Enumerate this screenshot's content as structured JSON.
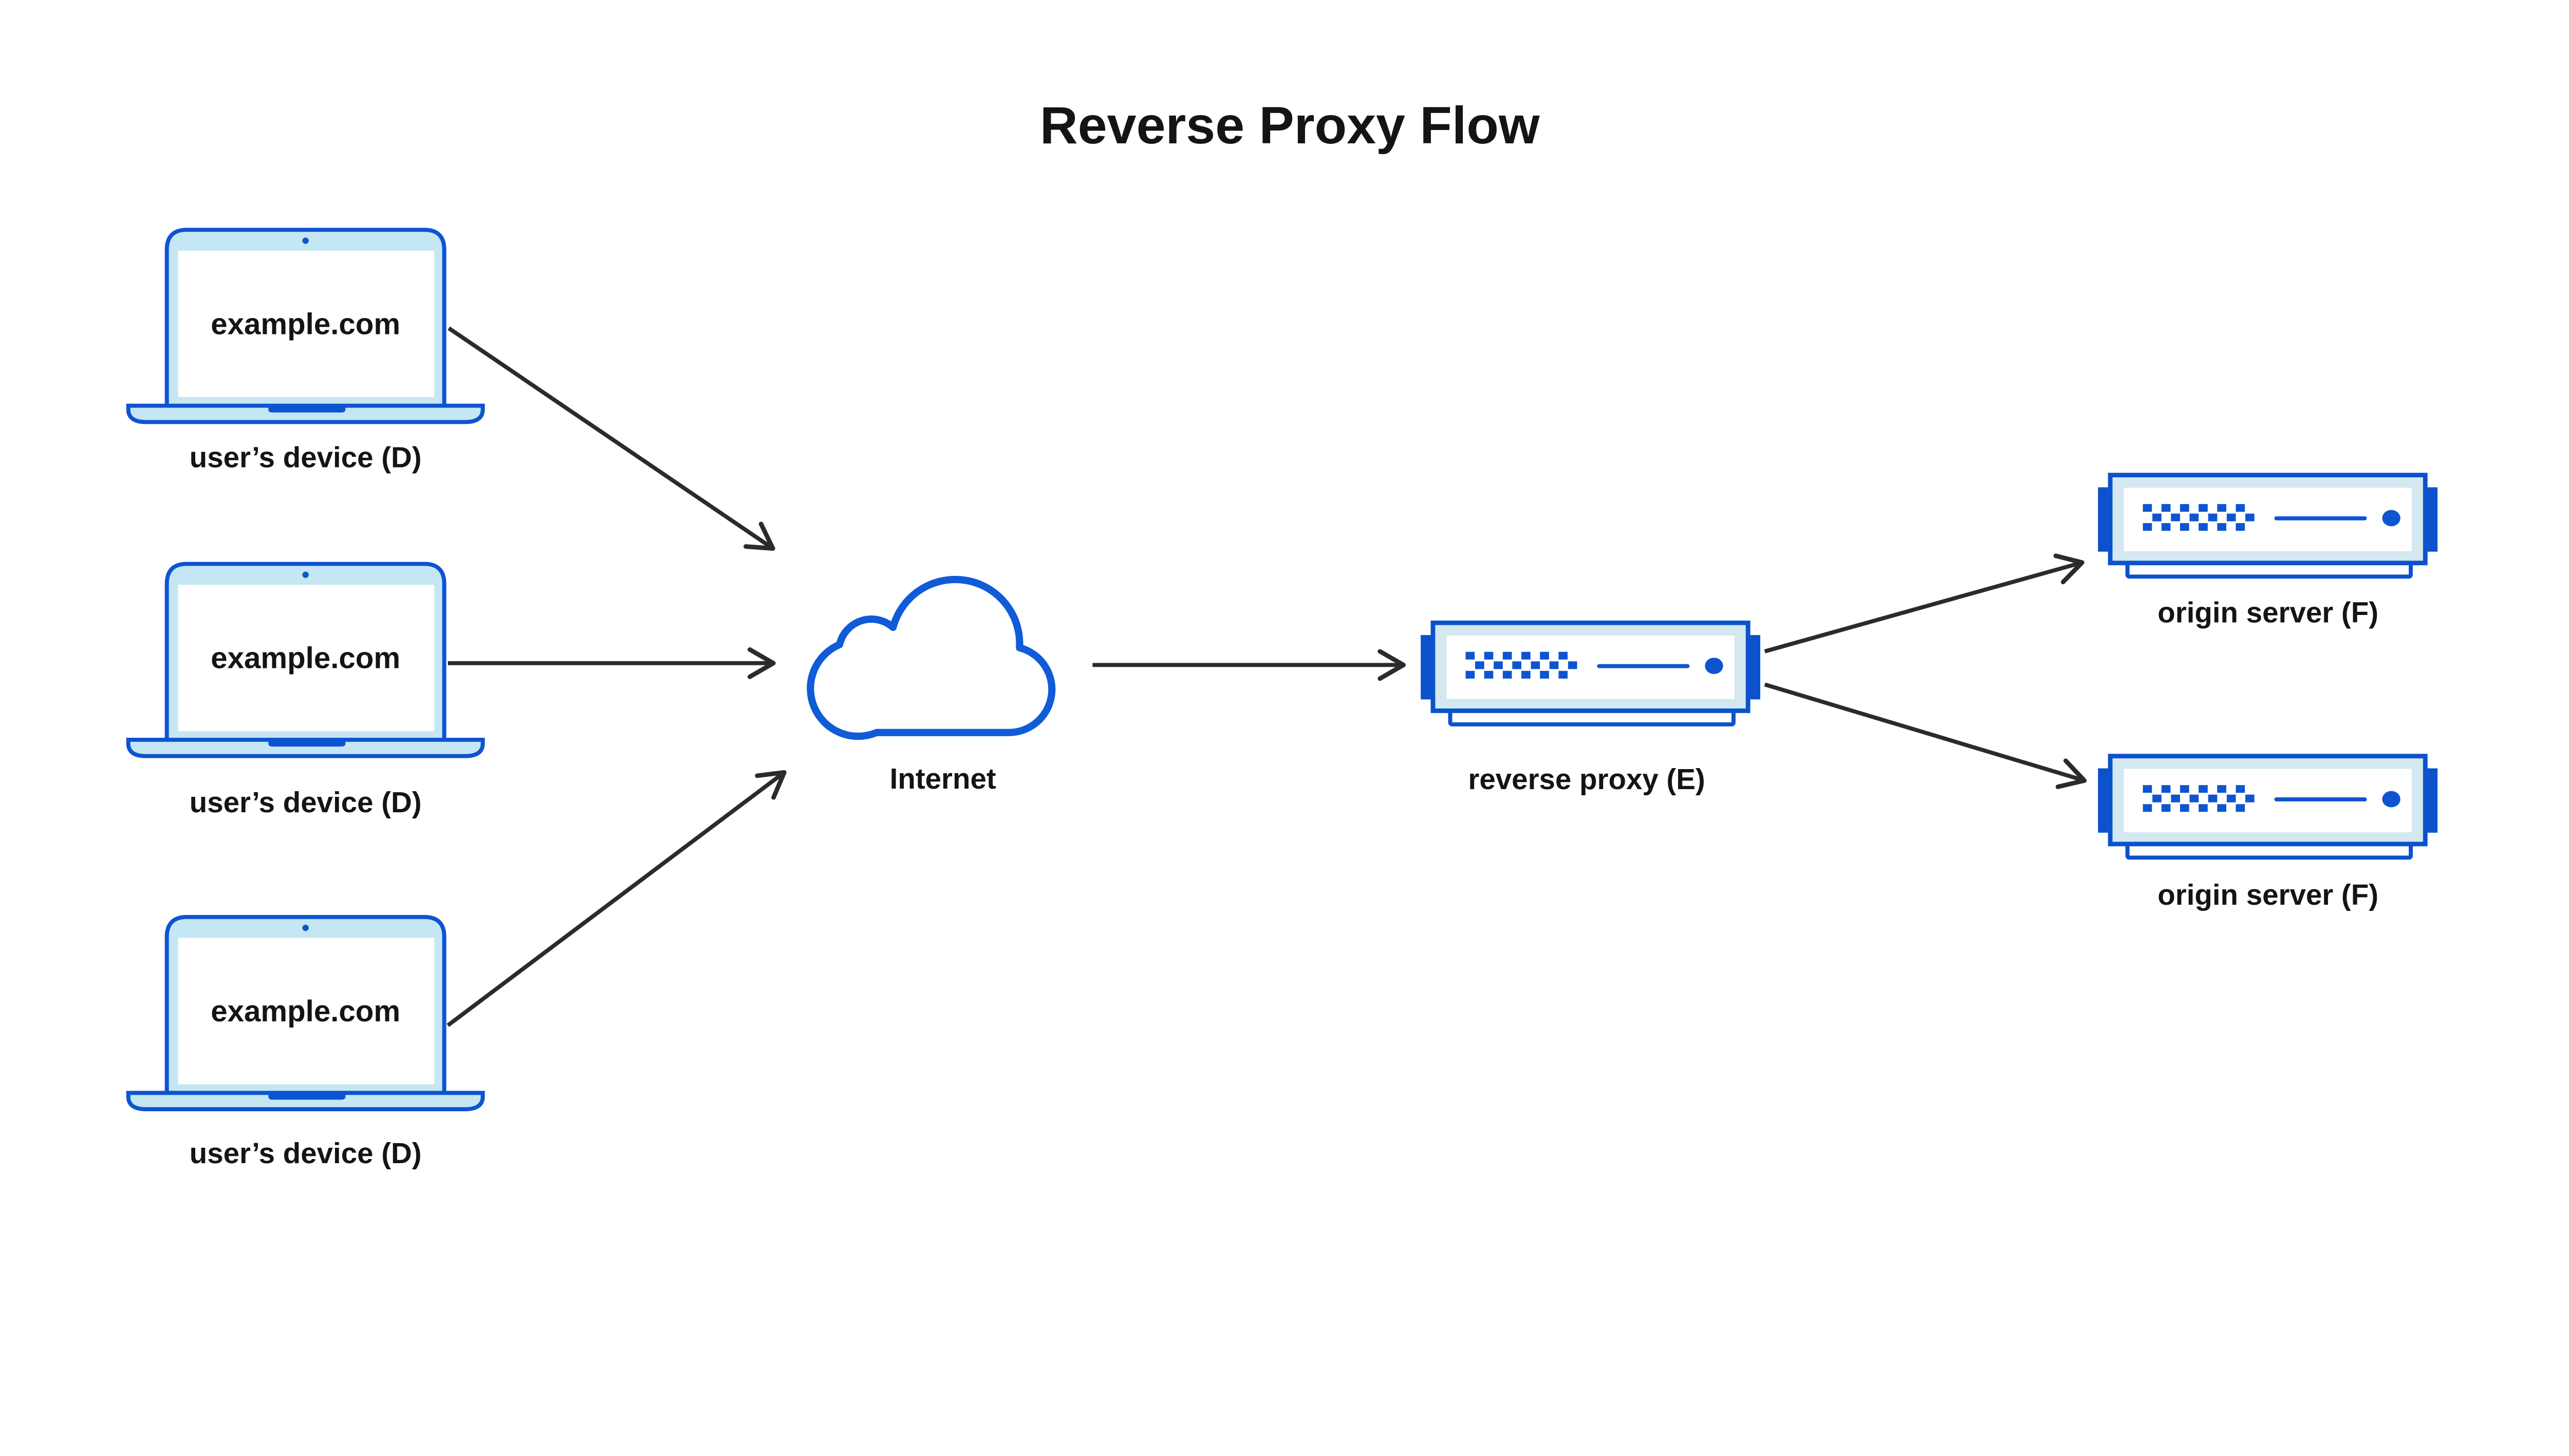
{
  "title": "Reverse Proxy Flow",
  "nodes": {
    "devices": [
      {
        "screen_text": "example.com",
        "label": "user’s device (D)"
      },
      {
        "screen_text": "example.com",
        "label": "user’s device (D)"
      },
      {
        "screen_text": "example.com",
        "label": "user’s device (D)"
      }
    ],
    "internet": {
      "label": "Internet"
    },
    "reverse_proxy": {
      "label": "reverse proxy (E)"
    },
    "origin_servers": [
      {
        "label": "origin server (F)"
      },
      {
        "label": "origin server (F)"
      }
    ]
  },
  "connections": [
    {
      "from": "user-device-1",
      "to": "internet"
    },
    {
      "from": "user-device-2",
      "to": "internet"
    },
    {
      "from": "user-device-3",
      "to": "internet"
    },
    {
      "from": "internet",
      "to": "reverse-proxy"
    },
    {
      "from": "reverse-proxy",
      "to": "origin-server-1"
    },
    {
      "from": "reverse-proxy",
      "to": "origin-server-2"
    }
  ],
  "icons": {
    "laptop": "laptop-icon",
    "cloud": "cloud-icon",
    "server": "server-icon",
    "arrow": "arrow-right-icon"
  },
  "colors": {
    "stroke_blue": "#0d54d1",
    "solid_blue": "#0b52cc",
    "laptop_bezel_light_blue": "#c5e6f3",
    "server_bezel_light_blue": "#d3e8f0",
    "cloud_blue": "#0f5bd8",
    "arrow_dark": "#2b2b2b",
    "text_dark": "#141414",
    "background": "#ffffff"
  }
}
